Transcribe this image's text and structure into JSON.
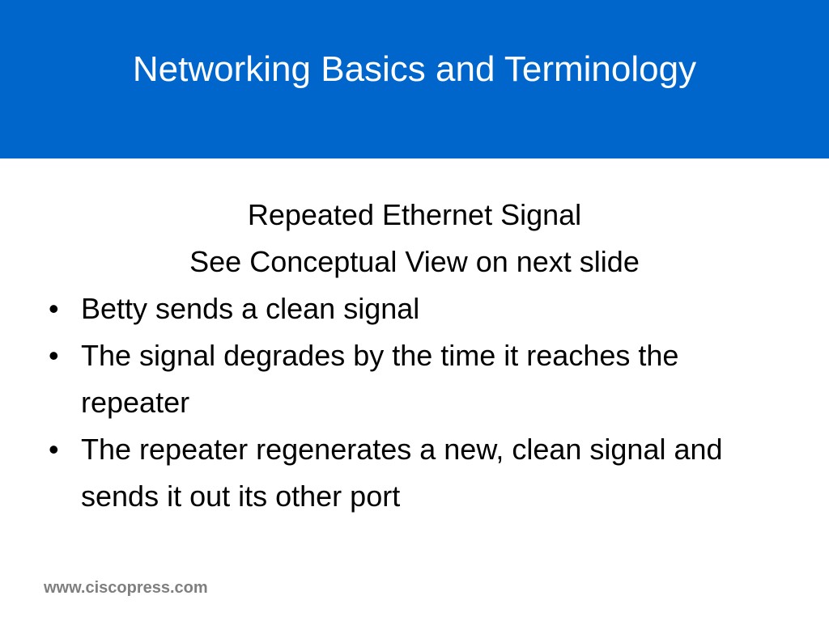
{
  "title": "Networking Basics and Terminology",
  "subheadings": [
    "Repeated Ethernet Signal",
    "See Conceptual View on next slide"
  ],
  "bullets": [
    "Betty sends a clean signal",
    "The signal degrades by the time it reaches the repeater",
    "The repeater regenerates a new, clean signal and sends it out its other port"
  ],
  "bullet_glyph": "•",
  "footer": "www.ciscopress.com",
  "colors": {
    "title_bar": "#0066cc",
    "title_text": "#ffffff",
    "body_text": "#000000",
    "footer_text": "#7f7f7f"
  }
}
